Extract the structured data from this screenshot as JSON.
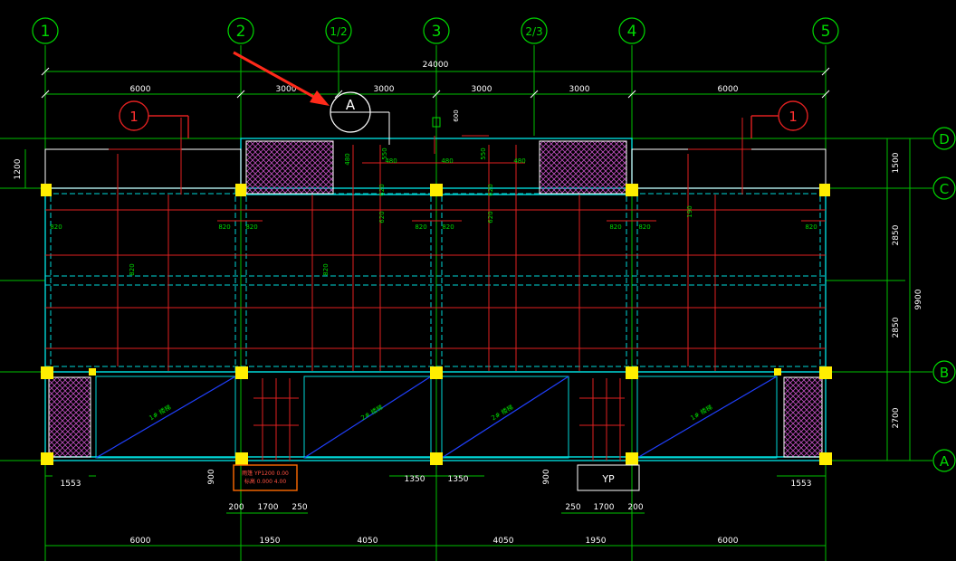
{
  "grid_columns": [
    {
      "id": "col-1",
      "label": "1"
    },
    {
      "id": "col-2",
      "label": "2"
    },
    {
      "id": "col-1-2",
      "label": "1/2"
    },
    {
      "id": "col-3",
      "label": "3"
    },
    {
      "id": "col-2-3",
      "label": "2/3"
    },
    {
      "id": "col-4",
      "label": "4"
    },
    {
      "id": "col-5",
      "label": "5"
    }
  ],
  "grid_rows": [
    {
      "id": "row-D",
      "label": "D"
    },
    {
      "id": "row-C",
      "label": "C"
    },
    {
      "id": "row-B",
      "label": "B"
    },
    {
      "id": "row-A",
      "label": "A"
    }
  ],
  "top_dims": {
    "overall": "24000",
    "segments": [
      "6000",
      "3000",
      "3000",
      "3000",
      "3000",
      "6000"
    ]
  },
  "right_dims": {
    "overall": "9900",
    "segments": [
      "1500",
      "2850",
      "2850",
      "2700"
    ]
  },
  "left_dim": "1200",
  "bottom_dims": {
    "row1": [
      "1553",
      "1350",
      "1350",
      "1553"
    ],
    "row1_side": [
      "900",
      "900"
    ],
    "row2": [
      "200",
      "1700",
      "250",
      "250",
      "1700",
      "200"
    ],
    "row3": [
      "6000",
      "1950",
      "4050",
      "4050",
      "1950",
      "6000"
    ]
  },
  "section_marks": [
    "1",
    "1"
  ],
  "detail_mark": "A",
  "top_small_dim": "600",
  "plan_labels": {
    "stair1": "1# 楼梯",
    "stair2": "2# 楼梯",
    "stair2b": "2# 楼梯",
    "stair1b": "1# 楼梯",
    "yp": "YP",
    "boxed_note_1": "雨篷 YP1200 0.00",
    "boxed_note_2": "标高 0.000 4.00"
  },
  "beam_labels": [
    "820",
    "820",
    "820",
    "820",
    "820",
    "820",
    "820",
    "820",
    "820",
    "820",
    "480",
    "480",
    "550",
    "550",
    "480",
    "480",
    "620",
    "620",
    "620",
    "620",
    "190"
  ]
}
